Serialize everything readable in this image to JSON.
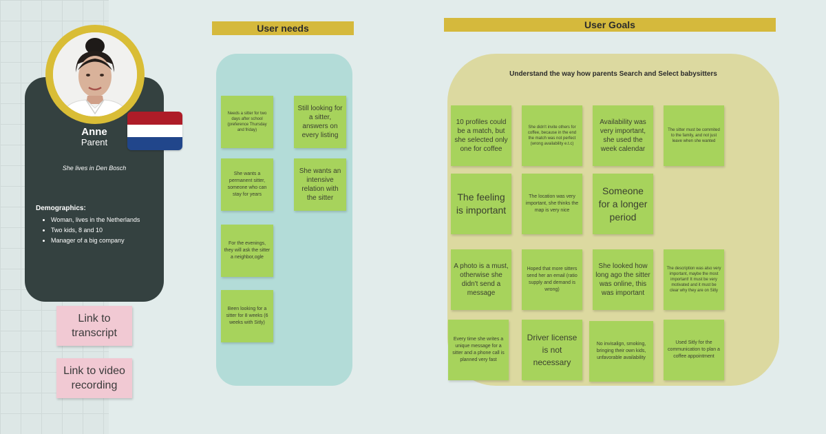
{
  "persona": {
    "name": "Anne",
    "role": "Parent",
    "location": "She lives in Den Bosch",
    "demographics_title": "Demographics:",
    "demographics": [
      "Woman, lives in the Netherlands",
      "Two kids, 8 and 10",
      "Manager of a big company"
    ],
    "flag_colors": [
      "#ae1c28",
      "#ffffff",
      "#21468b"
    ]
  },
  "links": {
    "transcript": "Link to transcript",
    "video": "Link to video recording"
  },
  "user_needs": {
    "title": "User needs",
    "notes": [
      "Needs a sitter for two days after school (preference Thursday and friday)",
      "Still looking for a sitter, answers on every listing",
      "She wants a permanent sitter, someone who can stay for years",
      "She wants an intensive relation with the sitter",
      "For the evenings, they will ask the sitter a neighbor,ogle",
      "Been looking for a sitter for 8 weeks (6 weeks with Sitly)"
    ]
  },
  "user_goals": {
    "title": "User Goals",
    "subtitle": "Understand the way how parents Search and Select babysitters",
    "notes": [
      "10 profiles could be a match, but she selected only one for coffee",
      "She didn't invite others for coffee, because in the end the match was not perfect (wrong availability e.t.c)",
      "Availability was very important, she used the week calendar",
      "The sitter must be commited to the family, and not just leave when she wanted",
      "The feeling is important",
      "The location was very important, she thinks the map is very nice",
      "Someone for a longer period",
      "A photo is a must, otherwise she didn't send a message",
      "Hoped that more sitters send her an email (ratio supply and demand is wrong)",
      "She looked how long ago the sitter was online, this was important",
      "The description was also very important, maybe the most important! It must be very motivated and it must be clear why they are on Sitly",
      "Every time she writes a unique message for a sitter and a phone call is planned very fast",
      "Driver license is not necessary",
      "No invisalign, smoking, bringing their own kids, unfavorable availability",
      "Used Sitly for the communication to plan a coffee appointment"
    ]
  },
  "colors": {
    "background": "#e2eceb",
    "persona_card": "#344140",
    "accent_yellow": "#d5b93c",
    "needs_panel": "#b3dcd8",
    "goals_panel": "#dcd9a0",
    "sticky_green": "#a7d35c",
    "link_pink": "#f1c9d3"
  }
}
